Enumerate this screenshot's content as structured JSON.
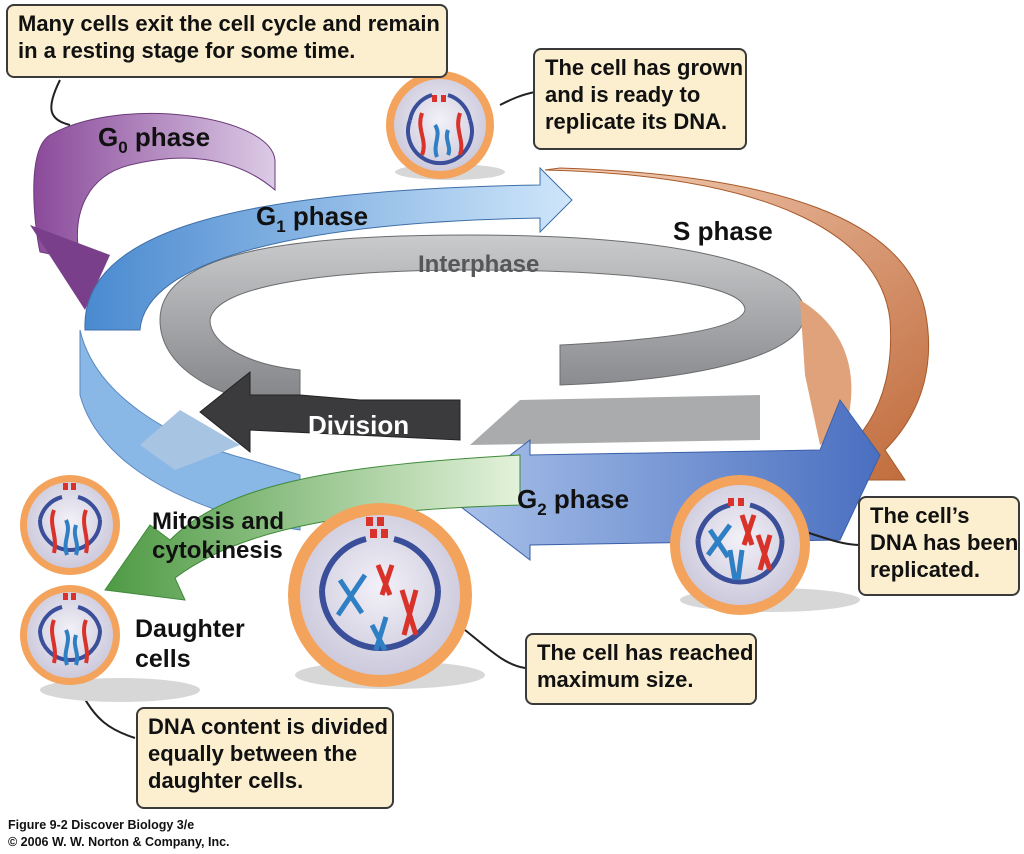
{
  "phases": {
    "g0": {
      "main": "G",
      "sub": "0",
      "suffix": " phase"
    },
    "g1": {
      "main": "G",
      "sub": "1",
      "suffix": " phase"
    },
    "s": "S phase",
    "g2": {
      "main": "G",
      "sub": "2",
      "suffix": " phase"
    },
    "interphase": "Interphase",
    "division": "Division",
    "mitosis": [
      "Mitosis and",
      "cytokinesis"
    ],
    "daughter": [
      "Daughter",
      "cells"
    ]
  },
  "callouts": {
    "resting": [
      "Many cells exit the cell cycle and remain",
      "in a resting stage for some time."
    ],
    "grown": [
      "The cell has grown",
      "and is ready to",
      "replicate its DNA."
    ],
    "replicated": [
      "The cell’s",
      "DNA has been",
      "replicated."
    ],
    "max_size": [
      "The cell has reached",
      "maximum size."
    ],
    "dna_divided": [
      "DNA content is divided",
      "equally between the",
      "daughter cells."
    ]
  },
  "caption": {
    "line1": "Figure 9-2  Discover Biology 3/e",
    "line2": "© 2006 W. W. Norton & Company, Inc."
  },
  "colors": {
    "g0": "#9a5aa8",
    "g1": "#5a98d8",
    "s_phase": "#d9875a",
    "g2": "#5a7fc8",
    "interphase": "#a8aaad",
    "division": "#3c3c3e",
    "mitosis": "#6aaa5c",
    "callout_fill": "#fbefcf",
    "chromosome_red": "#d8322a",
    "chromosome_blue": "#2e7fc4"
  }
}
